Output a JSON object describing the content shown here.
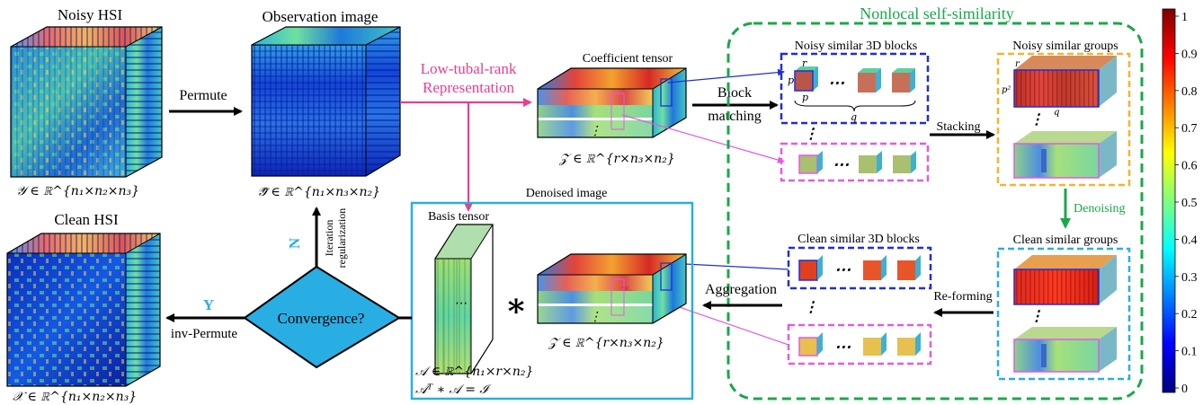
{
  "nodes": {
    "noisy_hsi": "Noisy HSI",
    "noisy_hsi_formula": "𝒴 ∈ ℝ^{n₁×n₂×n₃}",
    "observation": "Observation image",
    "observation_formula": "𝒴⃗ ∈ ℝ^{n₁×n₃×n₂}",
    "clean_hsi": "Clean HSI",
    "clean_hsi_formula": "𝒳 ∈ ℝ^{n₁×n₂×n₃}",
    "coefficient": "Coefficient tensor",
    "coefficient_formula": "𝒵 ∈ ℝ^{r×n₃×n₂}",
    "denoised": "Denoised image",
    "basis": "Basis tensor",
    "basis_formula": "𝒜 ∈ ℝ^{n₁×r×n₂}",
    "basis_constraint": "𝒜ᵀ ∗ 𝒜 = ℐ",
    "coefficient2_formula": "𝒵 ∈ ℝ^{r×n₃×n₂}",
    "convergence": "Convergence?",
    "nonlocal_title": "Nonlocal self-similarity",
    "noisy_blocks": "Noisy similar 3D blocks",
    "noisy_groups": "Noisy similar groups",
    "clean_blocks": "Clean similar 3D blocks",
    "clean_groups": "Clean similar groups"
  },
  "edges": {
    "permute": "Permute",
    "low_tubal_1": "Low-tubal-rank",
    "low_tubal_2": "Representation",
    "block_matching_1": "Block",
    "block_matching_2": "matching",
    "stacking": "Stacking",
    "denoising": "Denoising",
    "re_forming": "Re-forming",
    "aggregation": "Aggregation",
    "inv_permute": "inv-Permute",
    "yes": "Y",
    "no": "N",
    "iteration": "Iteration",
    "regularization": "regularization",
    "dots": "⋯",
    "vdots": "⋮",
    "times": "∗"
  },
  "symbols": {
    "r": "r",
    "p": "p",
    "p2": "p²",
    "q": "q"
  },
  "colorbar": {
    "ticks": [
      "1",
      "0.9",
      "0.8",
      "0.7",
      "0.6",
      "0.5",
      "0.4",
      "0.3",
      "0.2",
      "0.1",
      "0"
    ],
    "colors": [
      "#00007f",
      "#0000ff",
      "#007fff",
      "#00ffff",
      "#7fff7f",
      "#ffff00",
      "#ff7f00",
      "#ff0000",
      "#7f0000"
    ]
  },
  "colors": {
    "pink": "#ec3d8c",
    "green": "#1aa84a",
    "blue": "#1f2fd6",
    "magenta": "#e25be2",
    "orange": "#f5b52a",
    "cyan": "#29aee3",
    "diamond": "#29aee3"
  }
}
